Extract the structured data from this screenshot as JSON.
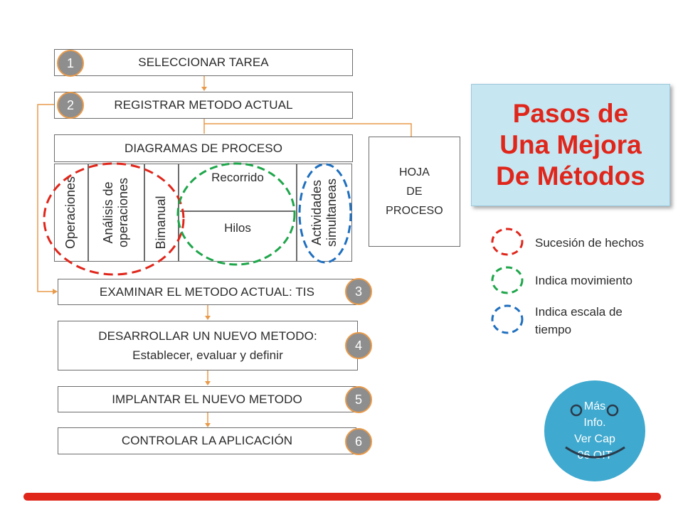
{
  "steps": [
    {
      "label": "SELECCIONAR TAREA",
      "number": "1"
    },
    {
      "label": "REGISTRAR METODO ACTUAL",
      "number": "2"
    },
    {
      "label": "EXAMINAR EL METODO ACTUAL: TIS",
      "number": "3"
    },
    {
      "label_line1": "DESARROLLAR UN NUEVO METODO:",
      "label_line2": "Establecer, evaluar y definir",
      "number": "4"
    },
    {
      "label": "IMPLANTAR EL NUEVO METODO",
      "number": "5"
    },
    {
      "label": "CONTROLAR LA APLICACIÓN",
      "number": "6"
    }
  ],
  "diagramas": {
    "header": "DIAGRAMAS DE PROCESO",
    "operaciones": "Operaciones",
    "analisis_line1": "Análisis de",
    "analisis_line2": "operaciones",
    "bimanual": "Bimanual",
    "recorrido": "Recorrido",
    "hilos": "Hilos",
    "actividades_line1": "Actividades",
    "actividades_line2": "simultaneas"
  },
  "hoja": {
    "line1": "HOJA",
    "line2": "DE",
    "line3": "PROCESO"
  },
  "title": {
    "line1": "Pasos de",
    "line2": "Una Mejora",
    "line3": "De Métodos"
  },
  "legend": [
    {
      "label": "Sucesión de hechos",
      "color": "#e0261b"
    },
    {
      "label": "Indica movimiento",
      "color": "#1fa64b"
    },
    {
      "label_line1": "Indica escala de",
      "label_line2": "tiempo",
      "color": "#1f6fbf"
    }
  ],
  "info": {
    "line1": "Más",
    "line2": "Info.",
    "line3": "Ver Cap",
    "line4": "06 OIT"
  },
  "colors": {
    "accent_line": "#e0261b",
    "connector": "#e89a4a",
    "title_bg": "#c6e6f2",
    "info_bg": "#3fa9cf"
  }
}
